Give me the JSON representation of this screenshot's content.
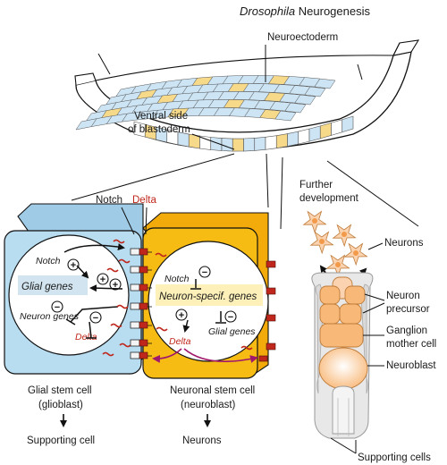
{
  "title": {
    "italic": "Drosophila",
    "rest": " Neurogenesis"
  },
  "labels": {
    "neuroectoderm": "Neuroectoderm",
    "ventral_1": "Ventral side",
    "ventral_2": "of blastoderm",
    "further_1": "Further",
    "further_2": "development",
    "neurons_right": "Neurons",
    "neuron_precursor_1": "Neuron",
    "neuron_precursor_2": "precursor",
    "ganglion_1": "Ganglion",
    "ganglion_2": "mother cell",
    "neuroblast": "Neuroblast",
    "supporting_cells": "Supporting cells",
    "notch_top": "Notch",
    "delta_top": "Delta"
  },
  "glial_cell": {
    "notch": "Notch",
    "genes": "Glial genes",
    "neuron_genes": "Neuron genes",
    "delta": "Delta",
    "name_1": "Glial stem cell",
    "name_2": "(glioblast)",
    "fate": "Supporting cell"
  },
  "neuronal_cell": {
    "notch": "Notch",
    "genes": "Neuron-specif. genes",
    "delta": "Delta",
    "glial_genes": "Glial genes",
    "name_1": "Neuronal stem cell",
    "name_2": "(neuroblast)",
    "fate": "Neurons"
  },
  "symbols": {
    "plus": "+",
    "minus": "−"
  },
  "colors": {
    "glial_cell": "#b8dcf0",
    "neuronal_cell": "#f7bc13",
    "nucleus": "#ffffff",
    "glial_gene_box": "#d2e4ef",
    "neuron_gene_box": "#fdf0b8",
    "delta_red": "#c0271c",
    "arrow_purple": "#a0186c",
    "tile_blue": "#cce4f4",
    "tile_yellow": "#f7d98a",
    "precursor_orange": "#f8b878",
    "neuron_orange": "#fbd3b0",
    "support_grey": "#e8e8e8"
  }
}
